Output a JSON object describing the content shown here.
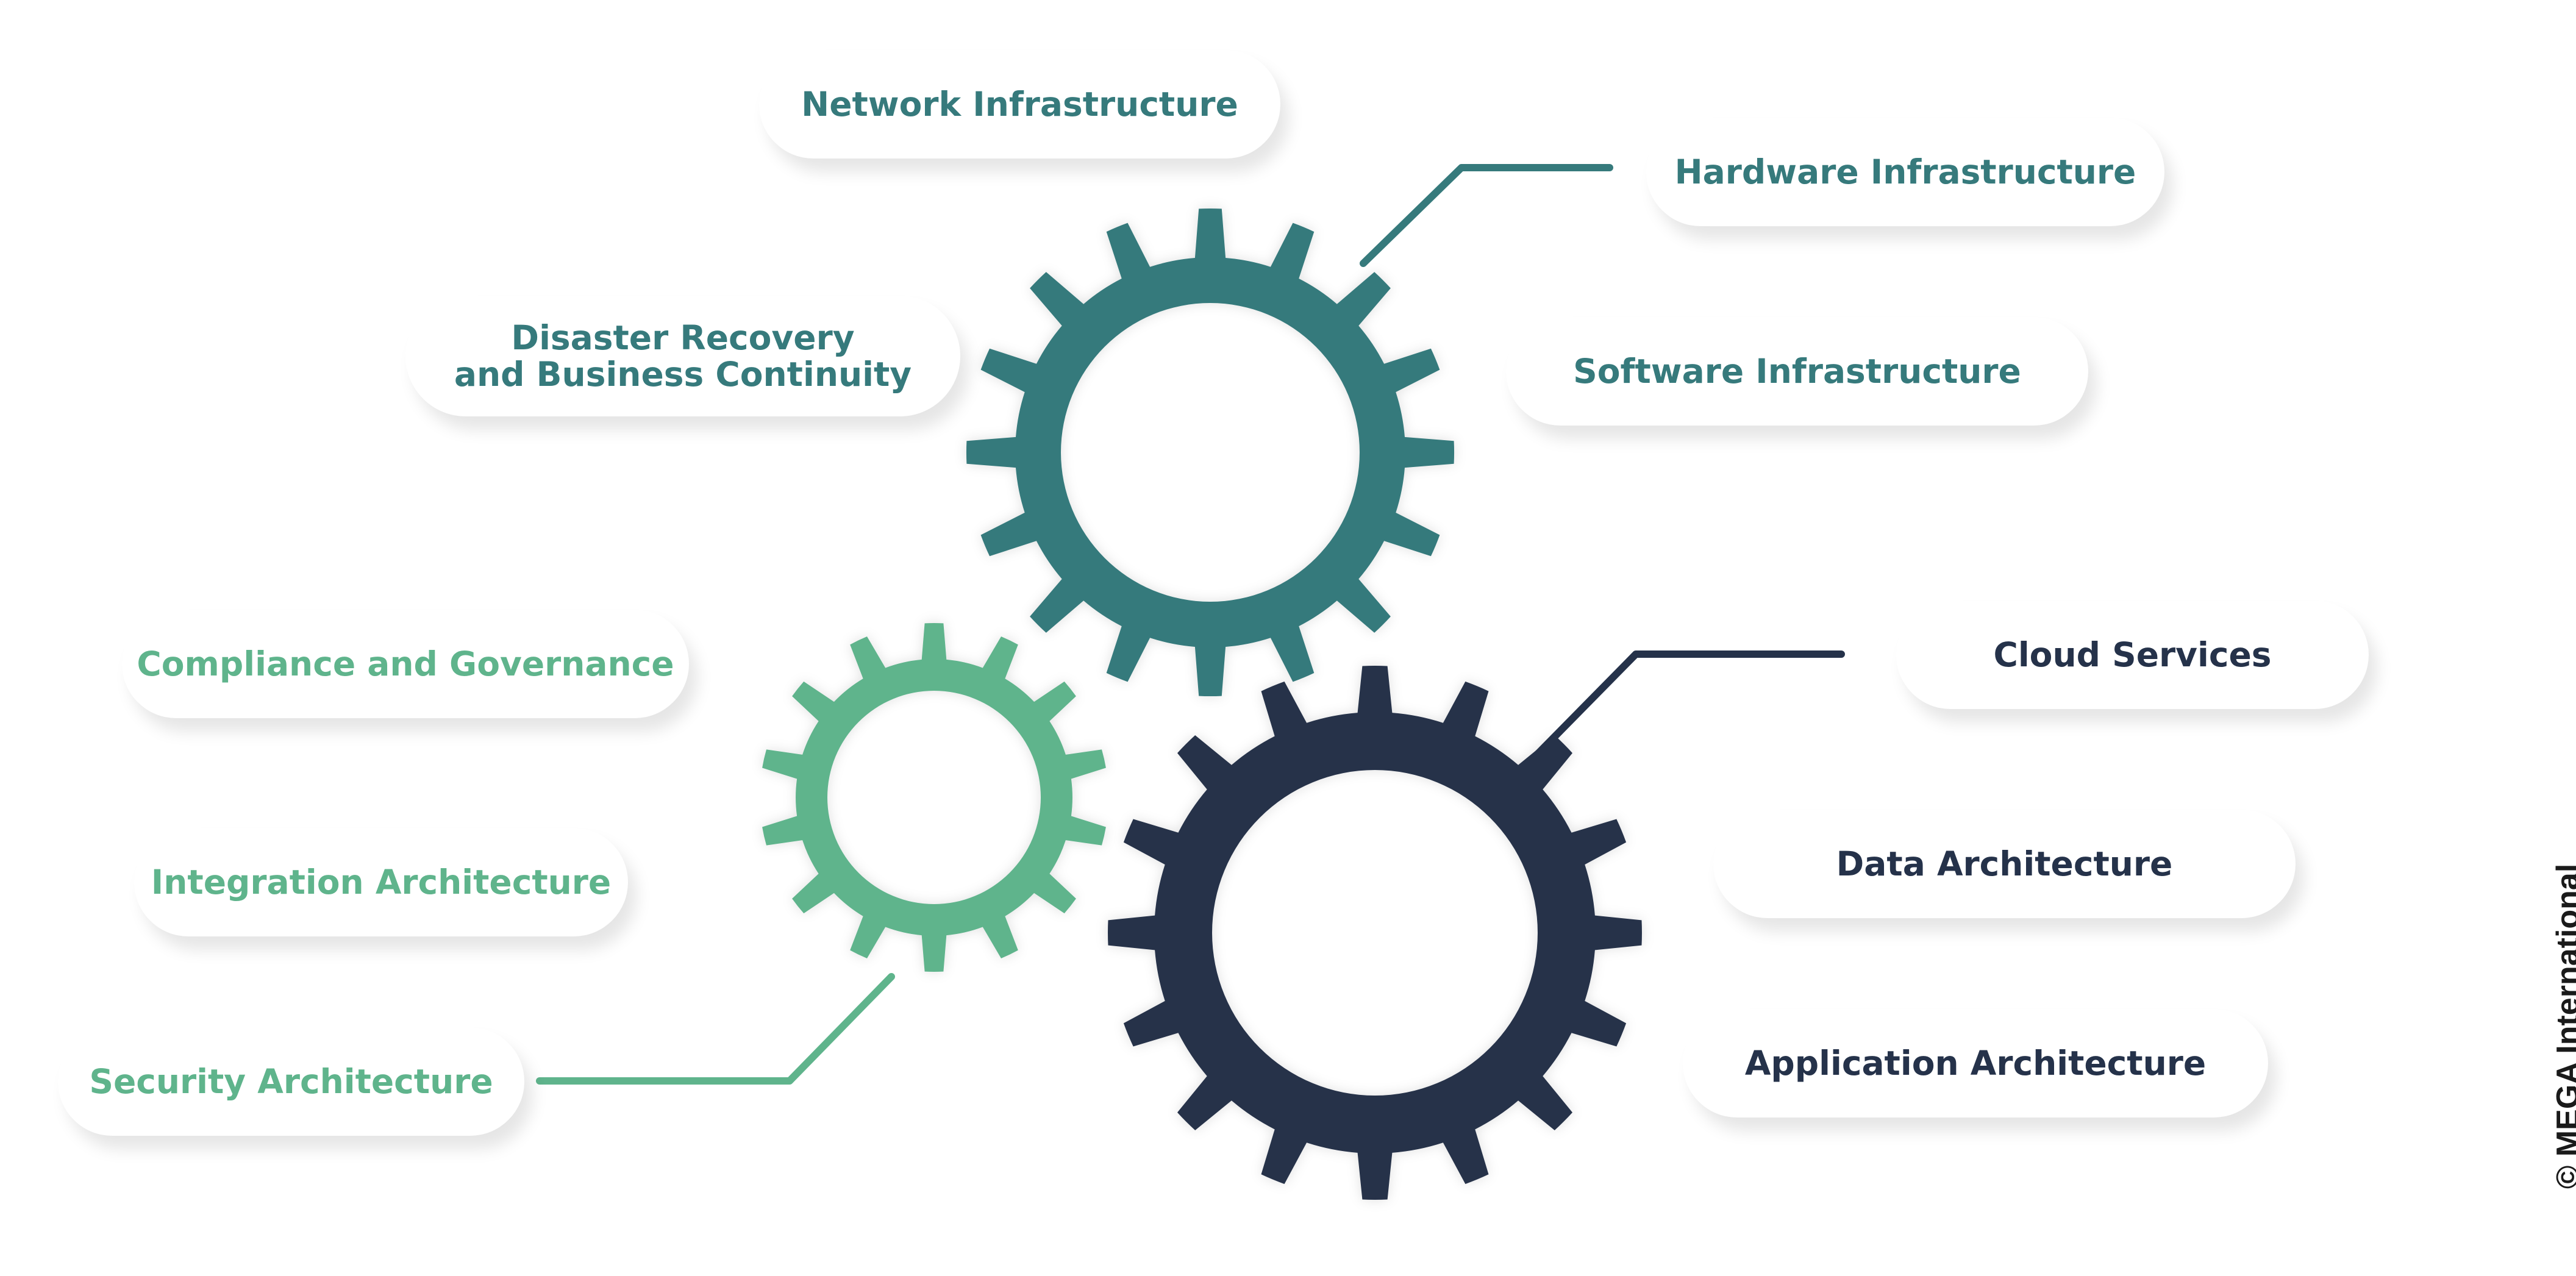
{
  "labels": {
    "network": "Network Infrastructure",
    "hardware": "Hardware Infrastructure",
    "software": "Software Infrastructure",
    "disaster_line1": "Disaster Recovery",
    "disaster_line2": "and Business Continuity",
    "compliance": "Compliance and Governance",
    "integration": "Integration Architecture",
    "security": "Security Architecture",
    "cloud": "Cloud Services",
    "data": "Data Architecture",
    "application": "Application Architecture"
  },
  "copyright": "© MEGA International",
  "colors": {
    "teal": "#367a7c",
    "green": "#5fb48c",
    "navy": "#25324a",
    "background": "#ffffff"
  },
  "icons": {
    "teal_gear": "gear-icon",
    "green_gear": "gear-icon",
    "navy_gear": "gear-icon"
  }
}
